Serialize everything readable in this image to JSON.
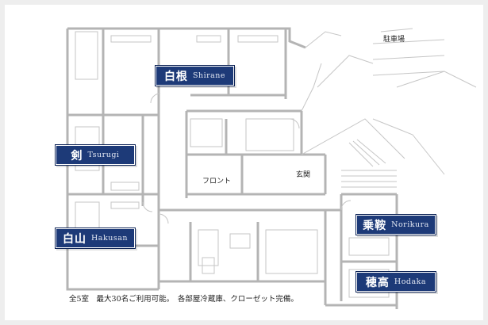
{
  "plan_labels": {
    "parking": "駐車場",
    "front": "フロント",
    "entrance": "玄関"
  },
  "rooms": [
    {
      "jp": "白根",
      "en": "Shirane"
    },
    {
      "jp": "剣",
      "en": "Tsurugi"
    },
    {
      "jp": "白山",
      "en": "Hakusan"
    },
    {
      "jp": "乗鞍",
      "en": "Norikura"
    },
    {
      "jp": "穂高",
      "en": "Hodaka"
    }
  ],
  "caption": "全5室　最大30名ご利用可能。　各部屋冷蔵庫、クローゼット完備。",
  "colors": {
    "label_bg": "#1d3a78",
    "wall": "#b4b4b4",
    "floor": "#ffffff",
    "frame": "#eeeeee"
  }
}
